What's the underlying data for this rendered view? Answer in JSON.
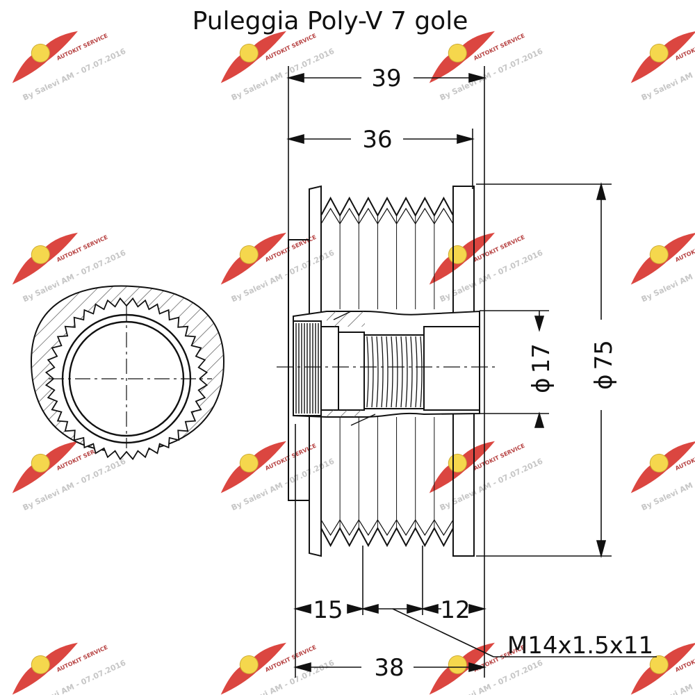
{
  "title": "Puleggia Poly-V 7 gole",
  "dimensions": {
    "overall_width": "39",
    "pulley_width": "36",
    "outer_diameter": "75",
    "bore_diameter": "17",
    "left_section": "15",
    "right_section": "12",
    "thread": "M14x1.5x11",
    "base_length": "38",
    "diameter_symbol": "ϕ"
  },
  "watermark": {
    "text": "By Salevi AM - 07.07.2016",
    "logo_text": "AUTOKIT SERVICE",
    "colors": {
      "wing": "#d8322c",
      "circle": "#f4d33a"
    }
  },
  "colors": {
    "line": "#111111",
    "hatch": "#444444"
  }
}
